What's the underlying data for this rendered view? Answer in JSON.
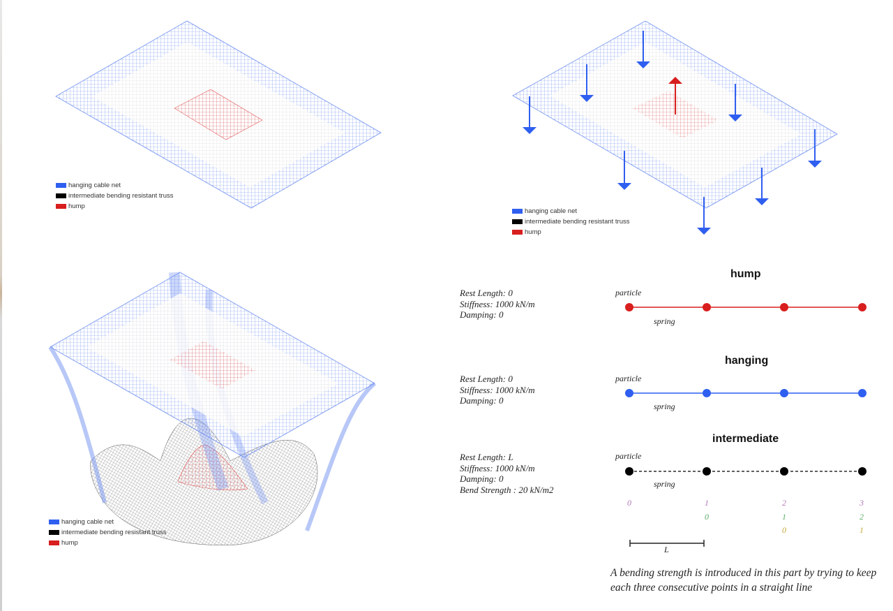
{
  "colors": {
    "hanging": "#2f5ff0",
    "truss": "#000000",
    "hump": "#d81e1e",
    "grid_light": "#cfcfcf",
    "index_primary": "#b07ab5",
    "index_secondary": "#5fae6a",
    "index_tertiary": "#c9aa3a"
  },
  "legend": {
    "items": [
      {
        "label": "hanging cable net",
        "color": "#2f5ff0"
      },
      {
        "label": "intermediate bending resistant truss",
        "color": "#000000"
      },
      {
        "label": "hump",
        "color": "#d81e1e"
      }
    ]
  },
  "panels": {
    "top_left": {
      "description": "flat cable net plan in axonometric view"
    },
    "top_right": {
      "description": "loads applied: downward blue arrows on hanging net, upward red arrow on hump",
      "down_arrow_count": 8,
      "up_arrow_count": 1
    },
    "bottom_left": {
      "description": "form-found hanging cable net with hump and intermediate truss"
    }
  },
  "sections": [
    {
      "title": "hump",
      "params": [
        "Rest Length: 0",
        "Stiffness: 1000 kN/m",
        "Damping: 0"
      ],
      "particle_label": "particle",
      "spring_label": "spring",
      "line_style": "solid",
      "color": "#d81e1e"
    },
    {
      "title": "hanging",
      "params": [
        "Rest Length: 0",
        "Stiffness: 1000 kN/m",
        "Damping: 0"
      ],
      "particle_label": "particle",
      "spring_label": "spring",
      "line_style": "solid",
      "color": "#2f5ff0"
    },
    {
      "title": "intermediate",
      "params": [
        "Rest Length: L",
        "Stiffness: 1000 kN/m",
        "Damping: 0",
        "Bend Strength : 20 kN/m2"
      ],
      "particle_label": "particle",
      "spring_label": "spring",
      "line_style": "dashed",
      "color": "#000000"
    }
  ],
  "indices": {
    "row1": [
      "0",
      "1",
      "2",
      "3"
    ],
    "row2": [
      "0",
      "1",
      "2"
    ],
    "row3": [
      "0",
      "1"
    ]
  },
  "length_label": "L",
  "caption": "A bending strength is introduced in this part by trying to keep each three consecutive points in a straight line"
}
